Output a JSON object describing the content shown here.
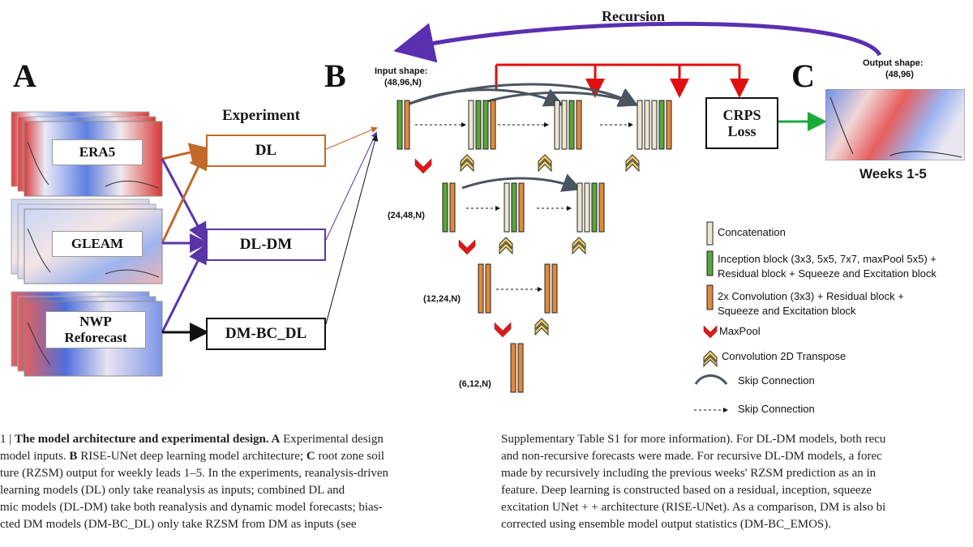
{
  "panels": {
    "a": "A",
    "b": "B",
    "c": "C"
  },
  "experiment": {
    "title": "Experiment",
    "inputs": [
      {
        "label": "ERA5"
      },
      {
        "label": "GLEAM"
      },
      {
        "label_line1": "NWP",
        "label_line2": "Reforecast"
      }
    ],
    "boxes": [
      "DL",
      "DL-DM",
      "DM-BC_DL"
    ]
  },
  "architecture": {
    "recursion_label": "Recursion",
    "input_shape_title": "Input shape:",
    "input_shape_value": "(48,96,N)",
    "level_shapes": [
      "(24,48,N)",
      "(12,24,N)",
      "(6,12,N)"
    ],
    "loss_line1": "CRPS",
    "loss_line2": "Loss",
    "output_shape_title": "Output shape:",
    "output_shape_value": "(48,96)",
    "output_label": "Weeks 1-5"
  },
  "legend": {
    "concatenation": "Concatenation",
    "inception_line1": "Inception block (3x3, 5x5, 7x7, maxPool 5x5) +",
    "inception_line2": "Residual block + Squeeze and Excitation block",
    "conv_line1": "2x Convolution  (3x3) + Residual block +",
    "conv_line2": "Squeeze and Excitation block",
    "maxpool": "MaxPool",
    "transpose": "Convolution  2D Transpose",
    "skip_curved": "Skip Connection",
    "skip_dashed": "Skip Connection"
  },
  "caption": {
    "left": {
      "line1_prefix": "1 | ",
      "line1_bold": "The model architecture and experimental design.",
      "line1_a": " A",
      "line1_rest": " Experimental design",
      "line2_start": "model inputs. ",
      "line2_b": "B",
      "line2_mid": " RISE-UNet deep learning model architecture; ",
      "line2_c": "C",
      "line2_end": " root zone soil",
      "line3": "ture (RZSM) output for weekly leads 1–5. In the experiments, reanalysis-driven",
      "line4": " learning models (DL) only take reanalysis as inputs; combined DL and",
      "line5": "mic models (DL-DM) take both reanalysis and dynamic model forecasts; bias-",
      "line6": "cted DM models (DM-BC_DL) only take RZSM from DM as inputs (see"
    },
    "right": {
      "line1": "Supplementary Table S1 for more information). For DL-DM models, both recu",
      "line2": "and non-recursive forecasts were made. For recursive DL-DM models, a forec",
      "line3": "made by recursively including the previous weeks' RZSM prediction as an in",
      "line4": "feature. Deep learning is constructed based on a residual, inception, squeeze",
      "line5": "excitation UNet + + architecture (RISE-UNet). As a comparison, DM is also bi",
      "line6": "corrected using ensemble model output statistics (DM-BC_EMOS)."
    }
  },
  "colors": {
    "dl": "#c0692b",
    "dldm": "#5a35a8",
    "dmbc": "#111111",
    "recursion": "#5a2fb0",
    "crps_arrow": "#1aaa3a",
    "skip_red": "#e01010",
    "green_block": "#5aa63a",
    "orange_block": "#e08a3c",
    "concat_block": "#efe6d2"
  }
}
